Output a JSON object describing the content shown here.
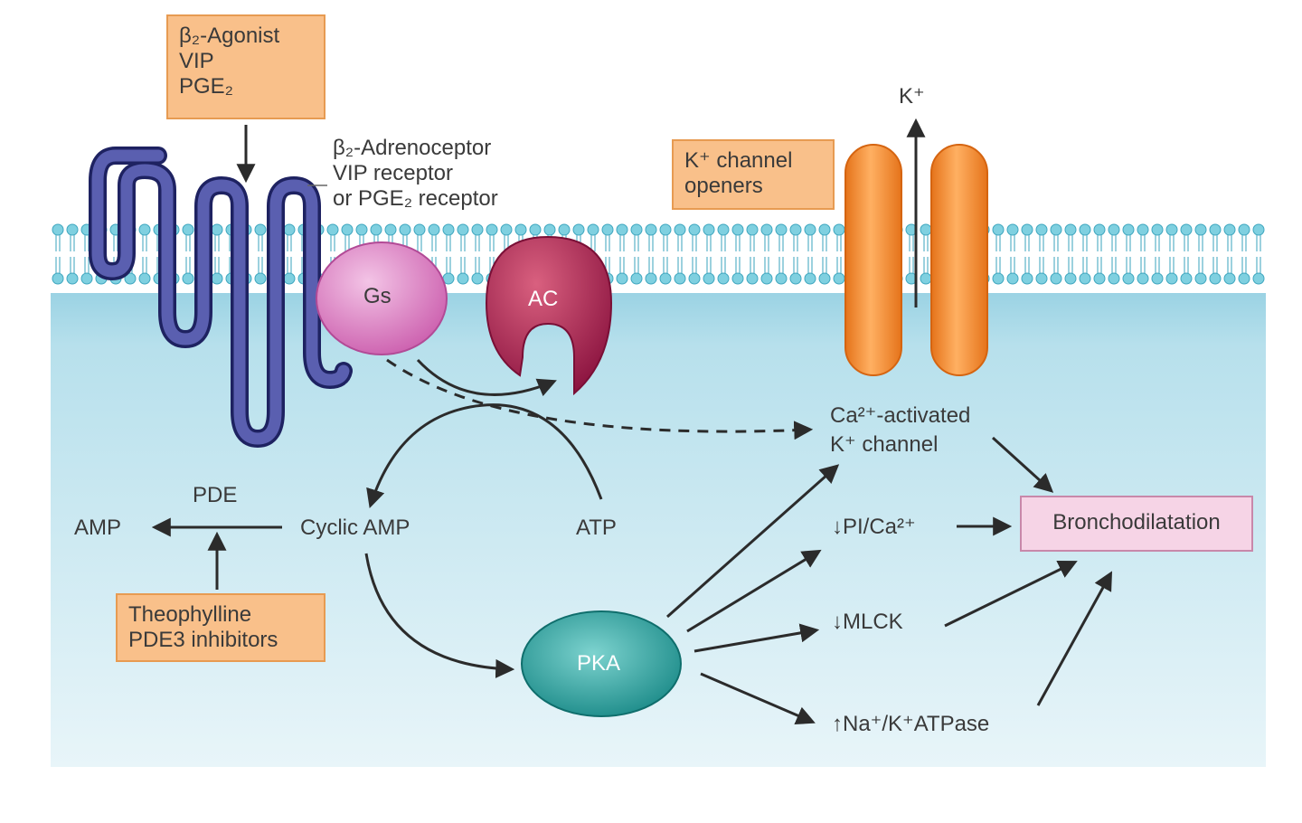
{
  "agonist_box": {
    "line1": "β₂-Agonist",
    "line2": "VIP",
    "line3": "PGE₂"
  },
  "receptor_label": {
    "line1": "β₂-Adrenoceptor",
    "line2": "VIP receptor",
    "line3": "or PGE₂ receptor"
  },
  "k_channel_openers": {
    "line1": "K⁺ channel",
    "line2": "openers"
  },
  "k_ion_label": "K⁺",
  "gs_label": "Gs",
  "ac_label": "AC",
  "ca_channel_label": {
    "line1": "Ca²⁺-activated",
    "line2": "K⁺ channel"
  },
  "pde_label": "PDE",
  "amp_label": "AMP",
  "cyclic_amp_label": "Cyclic AMP",
  "atp_label": "ATP",
  "theophylline_box": {
    "line1": "Theophylline",
    "line2": "PDE3 inhibitors"
  },
  "pka_label": "PKA",
  "pi_ca_label": "↓PI/Ca²⁺",
  "mlck_label": "↓MLCK",
  "na_k_label": "↑Na⁺/K⁺ATPase",
  "bronchodilatation_label": "Bronchodilatation",
  "colors": {
    "orange_box": "#f9c08a",
    "receptor": "#4a4f9a",
    "gs": "#d97fc0",
    "ac": "#a8204e",
    "channel": "#f7922c",
    "pka": "#1f9c9a",
    "bronchodilatation_box": "#f6d4e6",
    "cytoplasm": "#bfe3ee"
  }
}
